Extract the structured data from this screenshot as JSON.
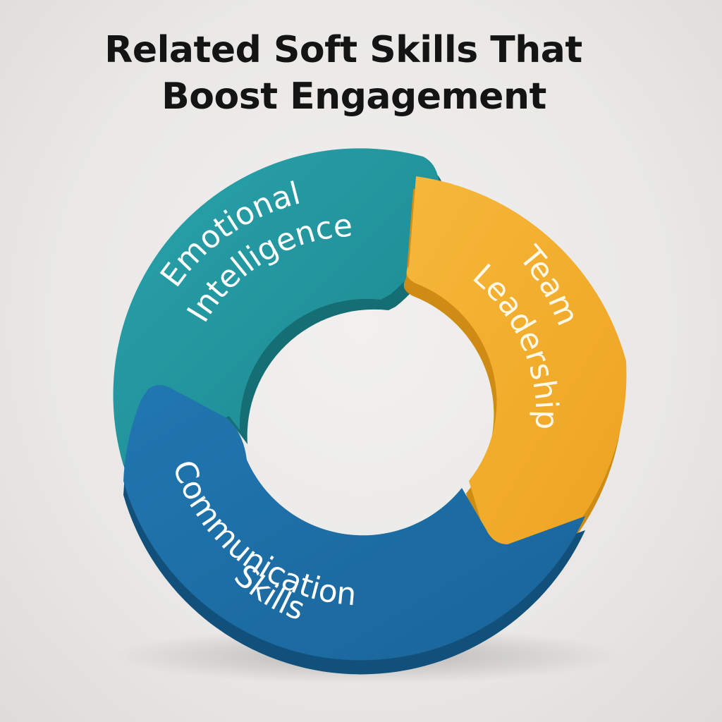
{
  "title": {
    "line1": "Related Soft Skills That",
    "line2": "Boost Engagement"
  },
  "diagram": {
    "type": "circular-cycle",
    "segments": [
      {
        "id": "emotional-intelligence",
        "label_line1": "Emotional",
        "label_line2": "Intelligence",
        "color": "#21939c",
        "shade": "#166e75"
      },
      {
        "id": "team-leadership",
        "label_line1": "Team",
        "label_line2": "Leadership",
        "color": "#f2ad2b",
        "shade": "#d38f15"
      },
      {
        "id": "communication-skills",
        "label_line1": "Communication",
        "label_line2": "Skills",
        "color": "#1c6ea5",
        "shade": "#12507c"
      }
    ]
  }
}
